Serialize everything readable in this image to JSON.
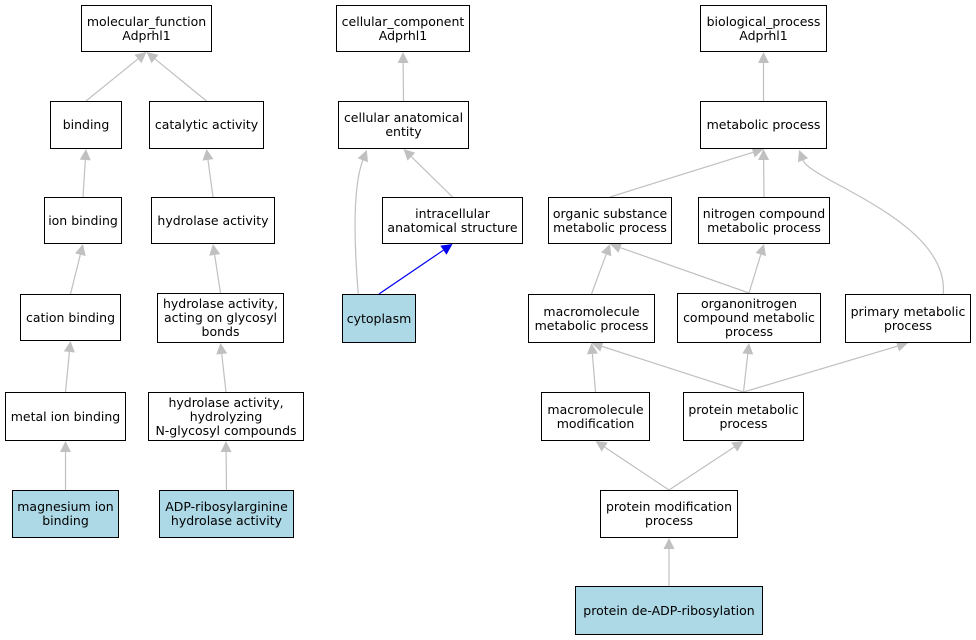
{
  "colors": {
    "edge": "#c0c0c0",
    "highlight_edge": "#0000ee",
    "leaf_fill": "#add8e6",
    "node_fill": "#ffffff",
    "border": "#000000"
  },
  "nodes": [
    {
      "id": "mf",
      "label": "molecular_function\nAdprhl1",
      "leaf": false
    },
    {
      "id": "binding",
      "label": "binding",
      "leaf": false
    },
    {
      "id": "catalytic",
      "label": "catalytic activity",
      "leaf": false
    },
    {
      "id": "ion_binding",
      "label": "ion binding",
      "leaf": false
    },
    {
      "id": "hydrolase",
      "label": "hydrolase activity",
      "leaf": false
    },
    {
      "id": "cation_binding",
      "label": "cation binding",
      "leaf": false
    },
    {
      "id": "hydrolase_glyco",
      "label": "hydrolase activity,\nacting on glycosyl\nbonds",
      "leaf": false
    },
    {
      "id": "metal_ion",
      "label": "metal ion binding",
      "leaf": false
    },
    {
      "id": "hydrolase_n",
      "label": "hydrolase activity,\nhydrolyzing\nN-glycosyl compounds",
      "leaf": false
    },
    {
      "id": "mg_ion",
      "label": "magnesium ion\nbinding",
      "leaf": true
    },
    {
      "id": "adp_arg",
      "label": "ADP-ribosylarginine\nhydrolase activity",
      "leaf": true
    },
    {
      "id": "cc",
      "label": "cellular_component\nAdprhl1",
      "leaf": false
    },
    {
      "id": "cae",
      "label": "cellular anatomical\nentity",
      "leaf": false
    },
    {
      "id": "ias",
      "label": "intracellular\nanatomical structure",
      "leaf": false
    },
    {
      "id": "cytoplasm",
      "label": "cytoplasm",
      "leaf": true
    },
    {
      "id": "bp",
      "label": "biological_process\nAdprhl1",
      "leaf": false
    },
    {
      "id": "metabolic",
      "label": "metabolic process",
      "leaf": false
    },
    {
      "id": "organic",
      "label": "organic substance\nmetabolic process",
      "leaf": false
    },
    {
      "id": "nitrogen",
      "label": "nitrogen compound\nmetabolic process",
      "leaf": false
    },
    {
      "id": "macro_met",
      "label": "macromolecule\nmetabolic process",
      "leaf": false
    },
    {
      "id": "organonitrogen",
      "label": "organonitrogen\ncompound metabolic\nprocess",
      "leaf": false
    },
    {
      "id": "primary",
      "label": "primary metabolic\nprocess",
      "leaf": false
    },
    {
      "id": "macro_mod",
      "label": "macromolecule\nmodification",
      "leaf": false
    },
    {
      "id": "protein_met",
      "label": "protein metabolic\nprocess",
      "leaf": false
    },
    {
      "id": "protein_mod",
      "label": "protein modification\nprocess",
      "leaf": false
    },
    {
      "id": "de_adp",
      "label": "protein de-ADP-ribosylation",
      "leaf": true
    }
  ],
  "edges": [
    {
      "from": "binding",
      "to": "mf"
    },
    {
      "from": "catalytic",
      "to": "mf"
    },
    {
      "from": "ion_binding",
      "to": "binding"
    },
    {
      "from": "hydrolase",
      "to": "catalytic"
    },
    {
      "from": "cation_binding",
      "to": "ion_binding"
    },
    {
      "from": "hydrolase_glyco",
      "to": "hydrolase"
    },
    {
      "from": "metal_ion",
      "to": "cation_binding"
    },
    {
      "from": "hydrolase_n",
      "to": "hydrolase_glyco"
    },
    {
      "from": "mg_ion",
      "to": "metal_ion"
    },
    {
      "from": "adp_arg",
      "to": "hydrolase_n"
    },
    {
      "from": "cae",
      "to": "cc"
    },
    {
      "from": "ias",
      "to": "cae"
    },
    {
      "from": "cytoplasm",
      "to": "cae",
      "curve": "left"
    },
    {
      "from": "cytoplasm",
      "to": "ias",
      "highlight": true
    },
    {
      "from": "metabolic",
      "to": "bp"
    },
    {
      "from": "organic",
      "to": "metabolic"
    },
    {
      "from": "nitrogen",
      "to": "metabolic"
    },
    {
      "from": "primary",
      "to": "metabolic",
      "curve": "right"
    },
    {
      "from": "macro_met",
      "to": "organic"
    },
    {
      "from": "organonitrogen",
      "to": "organic"
    },
    {
      "from": "organonitrogen",
      "to": "nitrogen"
    },
    {
      "from": "macro_mod",
      "to": "macro_met"
    },
    {
      "from": "protein_met",
      "to": "macro_met"
    },
    {
      "from": "protein_met",
      "to": "organonitrogen"
    },
    {
      "from": "protein_met",
      "to": "primary"
    },
    {
      "from": "protein_mod",
      "to": "macro_mod"
    },
    {
      "from": "protein_mod",
      "to": "protein_met"
    },
    {
      "from": "de_adp",
      "to": "protein_mod"
    }
  ]
}
